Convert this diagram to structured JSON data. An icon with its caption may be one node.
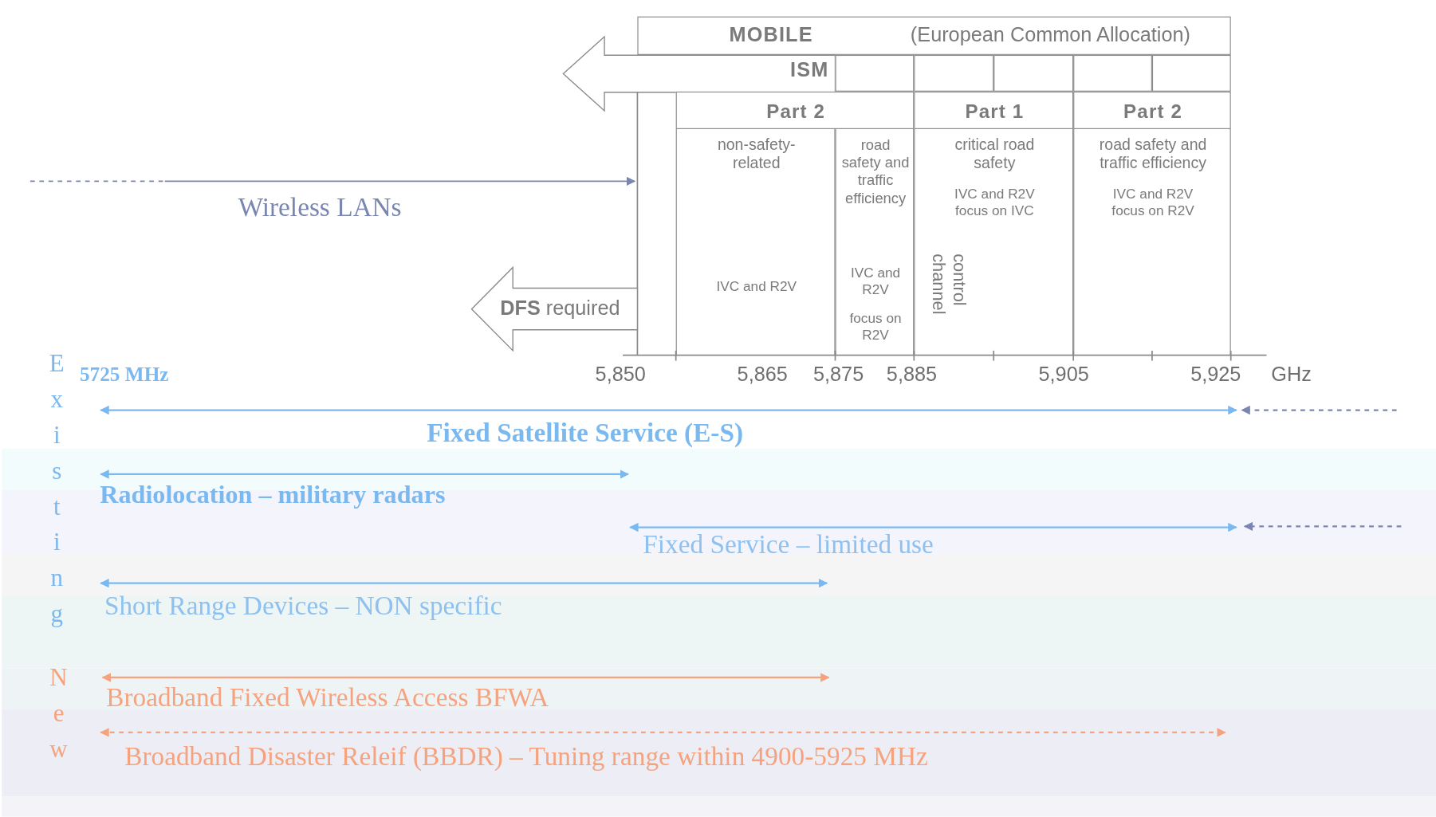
{
  "diagram": {
    "nodes": [
      {
        "text": [
          "MOBILE",
          "(European Common Allocation)"
        ]
      },
      {
        "text": [
          "ISM"
        ]
      },
      {
        "text": [],
        "shape": "box"
      },
      {
        "text": [],
        "shape": "box"
      },
      {
        "text": [],
        "shape": "box"
      },
      {
        "text": [],
        "shape": "box"
      },
      {
        "text": [],
        "shape": "box"
      },
      {
        "text": [
          "Part 2"
        ]
      },
      {
        "text": [
          "Part 1"
        ]
      },
      {
        "text": [
          "Part 2"
        ]
      },
      {
        "text": [
          "non-safety-related",
          "IVC and R2V"
        ]
      },
      {
        "text": [
          "road safety and traffic efficiency",
          "IVC and R2V",
          "focus on R2V"
        ]
      },
      {
        "text": [
          "critical road safety",
          "IVC and R2V focus on IVC",
          "control channel"
        ]
      },
      {
        "text": [
          "road safety and traffic efficiency",
          "IVC and R2V focus on R2V"
        ]
      },
      {
        "text": [
          "**DFS** required"
        ]
      }
    ],
    "labels": [
      "Wireless LANs",
      "5725 MHz",
      "5,850",
      "5,865",
      "5,875",
      "5,885",
      "5,905",
      "5,925",
      "GHz",
      "Existing",
      "Fixed Satellite Service (E-S)",
      "Radiolocation – military radars",
      "Fixed Service – limited use",
      "Short Range Devices – NON specific",
      "New",
      "Broadband Fixed Wireless Access BFWA",
      "Broadband Disaster Releif (BBDR) – Tuning range within 4900-5925 MHz"
    ]
  }
}
